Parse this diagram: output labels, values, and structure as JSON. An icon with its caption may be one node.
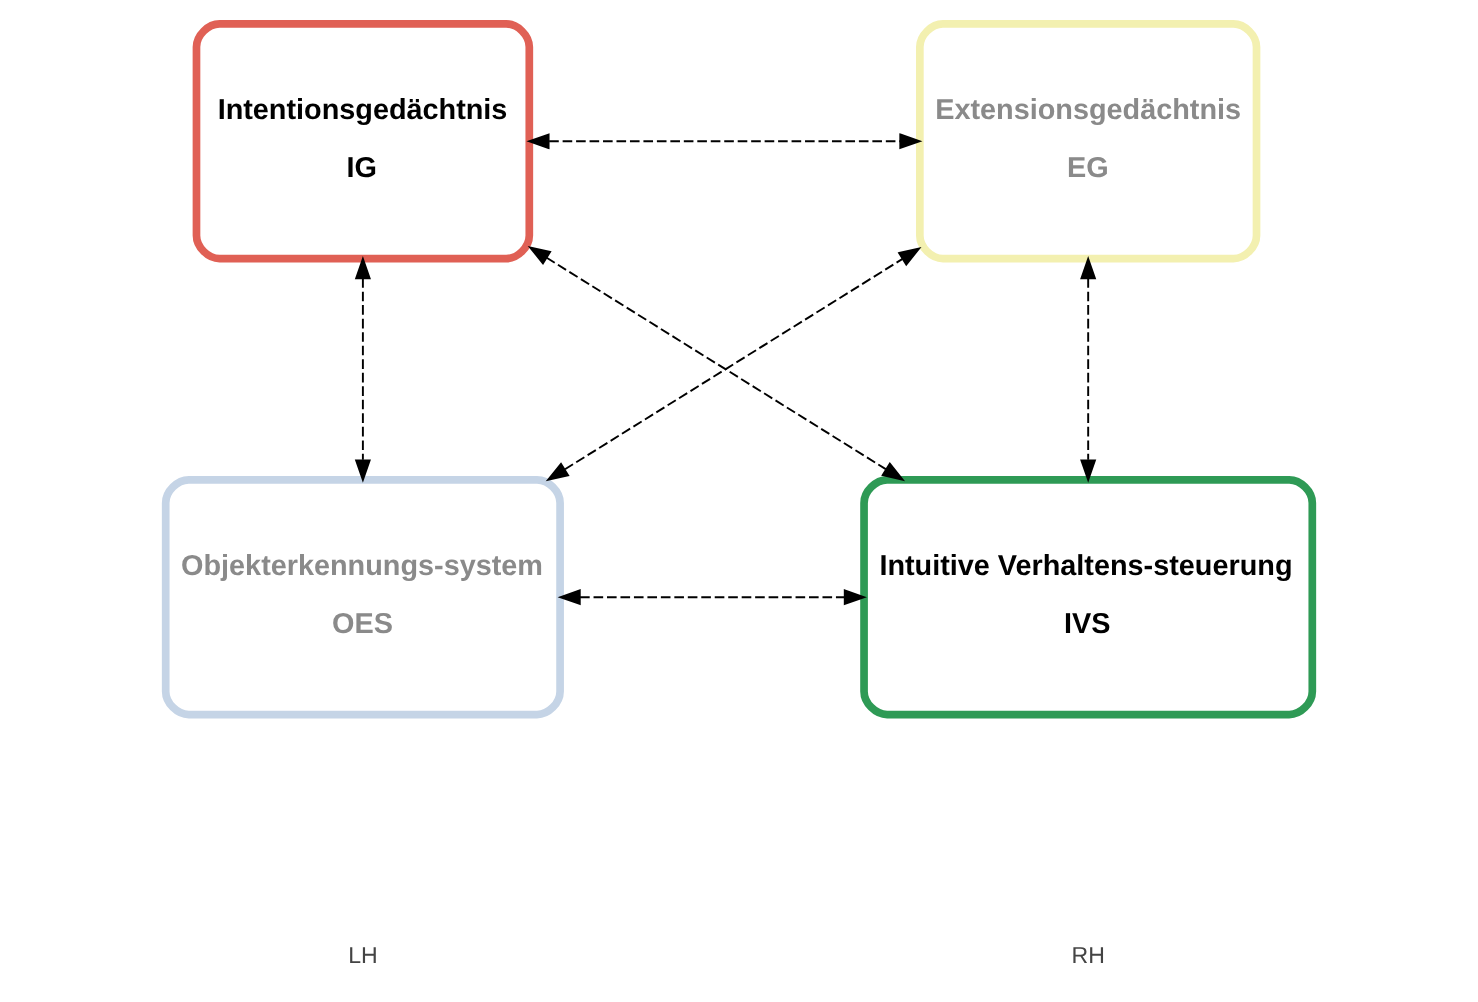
{
  "diagram": {
    "nodes": [
      {
        "text": [
          "Intentionsgedächtnis",
          "IG"
        ]
      },
      {
        "text": [
          "Extensionsgedächtnis",
          "EG"
        ]
      },
      {
        "text": [
          "Objekterkennungs-system",
          "OES"
        ]
      },
      {
        "text": [
          "Intuitive Verhaltens-steuerung",
          "IVS"
        ]
      }
    ],
    "edges": [
      {
        "from": 0,
        "to": 1,
        "arrow": "both",
        "style": "dashed"
      },
      {
        "from": 0,
        "to": 2,
        "arrow": "both",
        "style": "dashed"
      },
      {
        "from": 1,
        "to": 3,
        "arrow": "both",
        "style": "dashed"
      },
      {
        "from": 0,
        "to": 3,
        "arrow": "both",
        "style": "dashed"
      },
      {
        "from": 2,
        "to": 1,
        "arrow": "both",
        "style": "dashed"
      },
      {
        "from": 2,
        "to": 3,
        "arrow": "both",
        "style": "dashed"
      }
    ],
    "labels": [
      "LH",
      "RH"
    ]
  }
}
